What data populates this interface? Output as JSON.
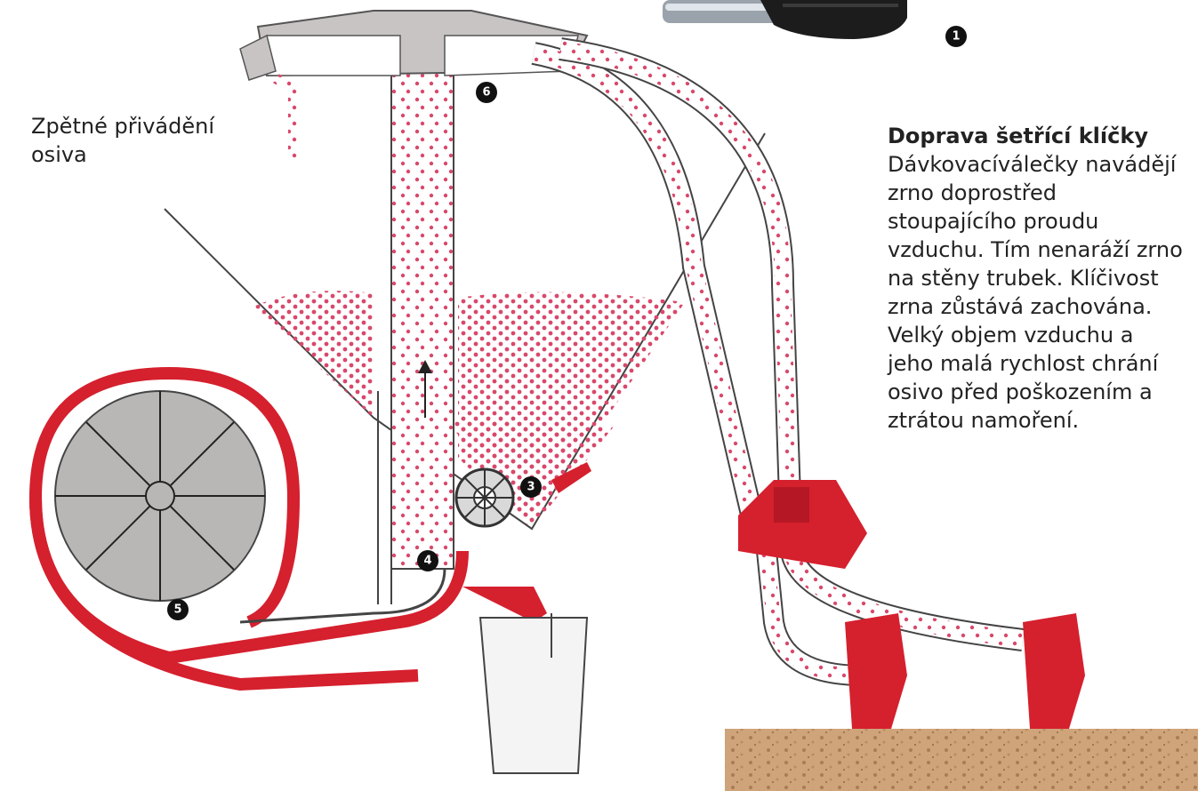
{
  "labels": {
    "seed_return": "Zpětné přivádění osiva"
  },
  "callout": {
    "title": "Doprava šetřící klíčky",
    "body_lines": [
      "Dávkovacíválečky navádějí",
      "zrno doprostřed",
      "stoupajícího proudu",
      "vzduchu. Tím nenaráží zrno",
      "na stěny trubek. Klíčivost",
      "zrna zůstává zachována.",
      "Velký objem vzduchu a",
      "jeho malá rychlost chrání",
      "osivo před poškozením a",
      "ztrátou namoření."
    ]
  },
  "markers": [
    "1",
    "3",
    "4",
    "5",
    "6"
  ],
  "colors": {
    "seed": "#d9486b",
    "machine_red": "#d5202e",
    "hood_grey": "#c9c4c4",
    "fan_grey": "#b9b6b6",
    "soil": "#c9a178",
    "marker_bg": "#111111"
  }
}
